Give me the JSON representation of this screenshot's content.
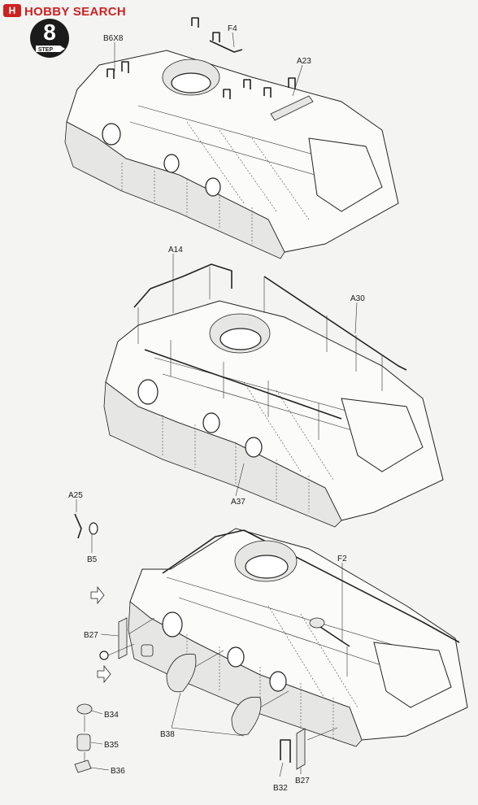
{
  "watermark": {
    "logo_letter": "H",
    "brand": "HOBBY SEARCH"
  },
  "step": {
    "number": "8",
    "label": "STEP"
  },
  "callouts": {
    "b6x8": "B6X8",
    "f4": "F4",
    "a23": "A23",
    "a14": "A14",
    "a30": "A30",
    "a37": "A37",
    "a25": "A25",
    "b5": "B5",
    "f2": "F2",
    "b27_left": "B27",
    "b34": "B34",
    "b35": "B35",
    "b36": "B36",
    "b38": "B38",
    "b32": "B32",
    "b27_right": "B27"
  }
}
